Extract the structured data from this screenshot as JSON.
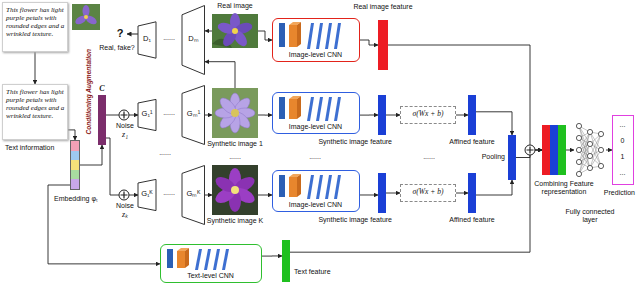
{
  "diagram": {
    "nodes": [
      {
        "text": [
          "This flower has light purple petals with rounded edges and a wrinkled texture."
        ]
      },
      {
        "text": [
          "Text information",
          "This flower has light purple petals with rounded edges and a wrinkled texture."
        ]
      },
      {
        "text": [
          "Embedding φₜ"
        ]
      },
      {
        "text": [
          "Conditioning Augmentation",
          "C"
        ]
      },
      {
        "text": [
          "G₁¹",
          "......",
          "Gₘ¹"
        ]
      },
      {
        "text": [
          "G₁ᴷ",
          "......",
          "Gₘᴷ"
        ]
      },
      {
        "text": [
          "D₁",
          "......",
          "Dₘ"
        ]
      },
      {
        "text": [
          "Real image"
        ]
      },
      {
        "text": [
          "Synthetic image 1"
        ]
      },
      {
        "text": [
          "Synthetic image K"
        ]
      },
      {
        "text": [
          "Image-level CNN"
        ]
      },
      {
        "text": [
          "Image-level CNN"
        ]
      },
      {
        "text": [
          "Image-level CNN"
        ]
      },
      {
        "text": [
          "Text-level CNN"
        ]
      },
      {
        "text": [
          "σ(Wx + b)"
        ]
      },
      {
        "text": [
          "σ(Wx + b)"
        ]
      },
      {
        "text": [
          "Fully connected layer"
        ]
      },
      {
        "text": [
          "...",
          "0",
          "1",
          "...",
          "Prediction"
        ]
      },
      {
        "text": [
          "Real image feature"
        ]
      },
      {
        "text": [
          "Synthetic image feature"
        ]
      },
      {
        "text": [
          "Synthetic image feature"
        ]
      },
      {
        "text": [
          "Affined feature"
        ]
      },
      {
        "text": [
          "Affined feature"
        ]
      },
      {
        "text": [
          "Pooling"
        ]
      },
      {
        "text": [
          "Text feature"
        ]
      },
      {
        "text": [
          "Combining Feature representation"
        ]
      }
    ],
    "edges": [
      {
        "from": 0,
        "to": 1,
        "arrow": "to"
      },
      {
        "from": 1,
        "to": 2,
        "arrow": "to"
      },
      {
        "from": 2,
        "to": 3,
        "arrow": "to"
      },
      {
        "from": 3,
        "to": 4,
        "arrow": "to"
      },
      {
        "from": 3,
        "to": 5,
        "arrow": "to"
      },
      {
        "from": 2,
        "to": 13,
        "arrow": "to"
      },
      {
        "from": 7,
        "to": 6,
        "arrow": "to"
      },
      {
        "from": 8,
        "to": 6,
        "arrow": "to"
      },
      {
        "from": 4,
        "to": 8,
        "arrow": "to"
      },
      {
        "from": 5,
        "to": 9,
        "arrow": "to"
      },
      {
        "from": 7,
        "to": 10,
        "arrow": "to"
      },
      {
        "from": 8,
        "to": 11,
        "arrow": "to"
      },
      {
        "from": 9,
        "to": 12,
        "arrow": "to"
      },
      {
        "from": 10,
        "to": 18,
        "arrow": "to"
      },
      {
        "from": 11,
        "to": 19,
        "arrow": "to"
      },
      {
        "from": 12,
        "to": 20,
        "arrow": "to"
      },
      {
        "from": 19,
        "to": 14,
        "arrow": "to"
      },
      {
        "from": 14,
        "to": 21,
        "arrow": "to"
      },
      {
        "from": 20,
        "to": 15,
        "arrow": "to"
      },
      {
        "from": 15,
        "to": 22,
        "arrow": "to"
      },
      {
        "from": 21,
        "to": 23,
        "arrow": "to"
      },
      {
        "from": 22,
        "to": 23,
        "arrow": "to"
      },
      {
        "from": 18,
        "to": 25,
        "arrow": "to"
      },
      {
        "from": 23,
        "to": 25,
        "arrow": "to"
      },
      {
        "from": 24,
        "to": 25,
        "arrow": "to"
      },
      {
        "from": 13,
        "to": 24,
        "arrow": "to"
      },
      {
        "from": 25,
        "to": 16,
        "arrow": "to"
      },
      {
        "from": 16,
        "to": 17,
        "arrow": "to"
      }
    ],
    "labels": [
      "?",
      "Real, fake?",
      "Noise",
      "z₁",
      "Noise",
      "zₖ",
      "......",
      "......",
      "......",
      "......"
    ]
  }
}
